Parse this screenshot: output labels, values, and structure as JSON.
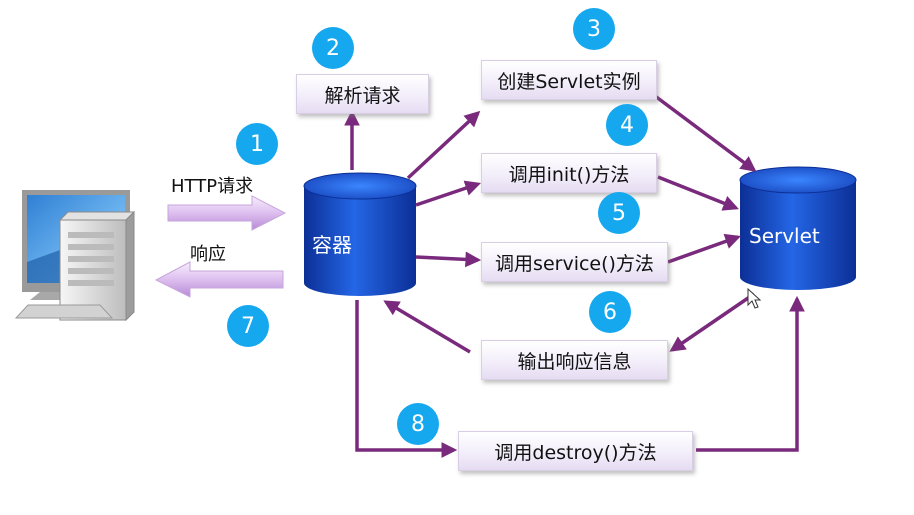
{
  "colors": {
    "arrow": "#7a2a7c",
    "badge": "#16a8ee",
    "cylinder": "#1649c4"
  },
  "labels": {
    "request": "HTTP请求",
    "response": "响应"
  },
  "container": {
    "label": "容器"
  },
  "servlet": {
    "label": "Servlet"
  },
  "steps": [
    {
      "number": "1"
    },
    {
      "number": "2",
      "text": "解析请求"
    },
    {
      "number": "3",
      "text": "创建Servlet实例"
    },
    {
      "number": "4",
      "text": "调用init()方法"
    },
    {
      "number": "5",
      "text": "调用service()方法"
    },
    {
      "number": "6",
      "text": "输出响应信息"
    },
    {
      "number": "7"
    },
    {
      "number": "8",
      "text": "调用destroy()方法"
    }
  ]
}
